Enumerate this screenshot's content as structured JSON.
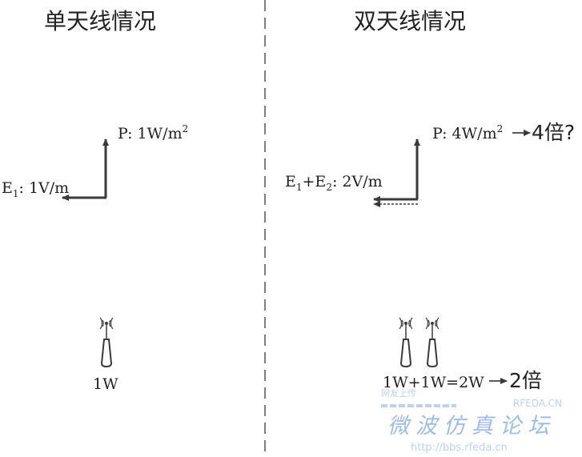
{
  "colors": {
    "ink": "#3a3a3a",
    "text": "#222222",
    "watermark_blue": "#5b8fd6",
    "watermark_light": "#a9c4ea"
  },
  "left": {
    "title": "单天线情况",
    "power_label": "P: 1W/m",
    "power_exp": "2",
    "field_label": "E",
    "field_sub": "1",
    "field_rest": ": 1V/m",
    "source_label": "1W",
    "icons": [
      "antenna-icon"
    ]
  },
  "right": {
    "title": "双天线情况",
    "power_label": "P: 4W/m",
    "power_exp": "2",
    "power_result": "4倍?",
    "field_label_a": "E",
    "field_sub_a": "1",
    "field_plus": "+E",
    "field_sub_b": "2",
    "field_rest": ": 2V/m",
    "source_label": "1W+1W=2W",
    "source_result": "2倍",
    "icons": [
      "antenna-icon",
      "antenna-icon"
    ]
  },
  "watermark": {
    "top_left": "网友上传",
    "brand": "RFEDA.CN",
    "forum": "微波仿真论坛",
    "url": "http://bbs.rfeda.cn"
  }
}
